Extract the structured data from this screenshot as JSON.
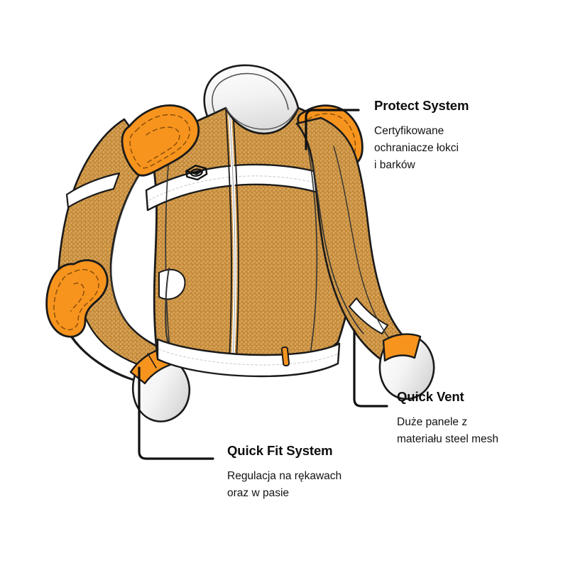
{
  "product": {
    "type": "motorcycle-mesh-jacket-technical-illustration",
    "brand_logo": "rebelhorn-emblem-icon",
    "colors": {
      "mesh_fabric": "#D39B50",
      "mesh_weave_dark": "#B87C32",
      "protector_orange": "#F7941E",
      "panel_white": "#FFFFFF",
      "outline": "#1A1A1A",
      "text": "#0D0D0D",
      "leader_line": "#111111"
    }
  },
  "callouts": [
    {
      "id": "protect-system",
      "title": "Protect System",
      "body": "Certyfikowane\nochraniacze łokci\ni barków",
      "body_lines": [
        "Certyfikowane",
        "ochraniacze łokci",
        "i barków"
      ],
      "points_to": "shoulder-protector-right"
    },
    {
      "id": "quick-vent",
      "title": "Quick Vent",
      "body": "Duże panele z\nmateriału steel mesh",
      "body_lines": [
        "Duże panele z",
        "materiału steel mesh"
      ],
      "points_to": "sleeve-mesh-panel-right"
    },
    {
      "id": "quick-fit-system",
      "title": "Quick Fit System",
      "body": "Regulacja na rękawach\noraz w pasie",
      "body_lines": [
        "Regulacja na rękawach",
        "oraz w pasie"
      ],
      "points_to": "cuff-adjuster-left"
    }
  ],
  "jacket_parts": [
    "collar",
    "front-zipper",
    "chest-reflective-stripe",
    "brand-logo",
    "shoulder-protector-left",
    "shoulder-protector-right",
    "elbow-protector-left",
    "sleeve-reflective-band-left",
    "cuff-adjuster-left",
    "cuff-adjuster-right",
    "hem-band",
    "hem-adjuster-tab",
    "hand-pocket",
    "mesh-body-panel"
  ]
}
